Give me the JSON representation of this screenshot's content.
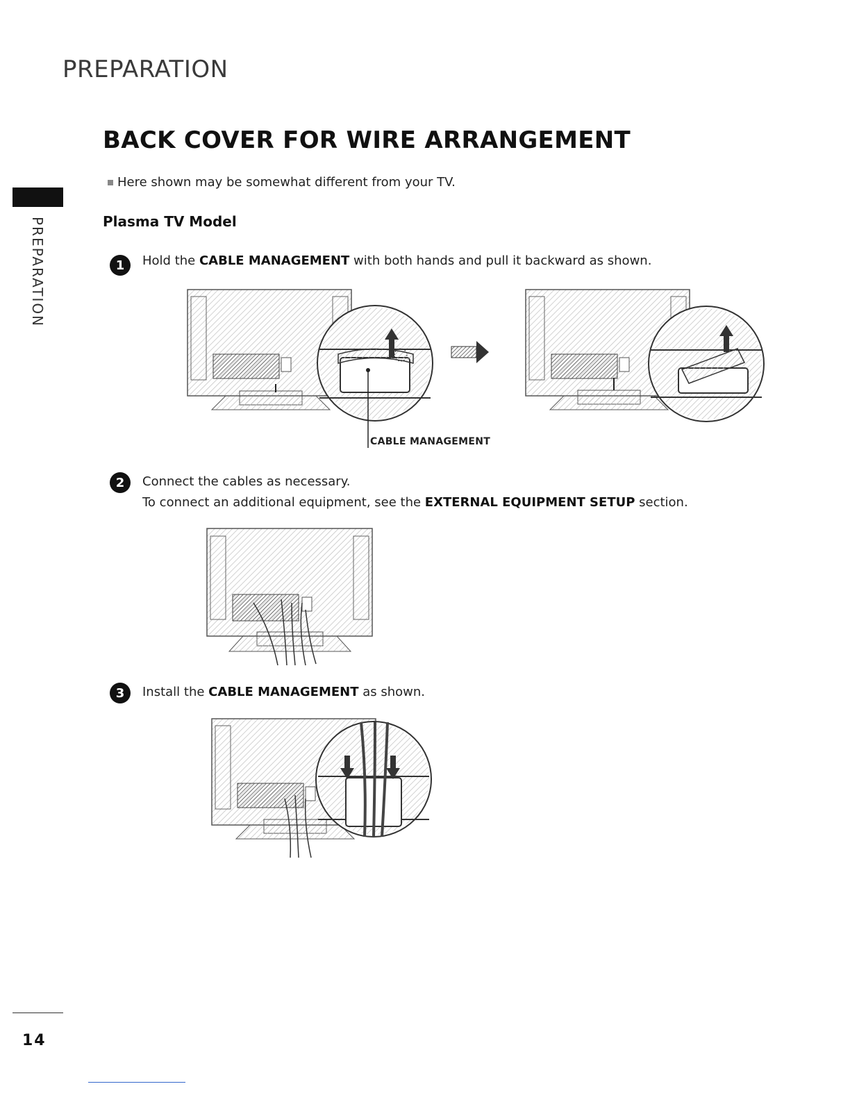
{
  "header": {
    "title": "PREPARATION"
  },
  "side_tab": {
    "label": "PREPARATION"
  },
  "section": {
    "title": "BACK COVER FOR WIRE ARRANGEMENT"
  },
  "note": "Here shown may be somewhat different from your TV.",
  "model_heading": "Plasma TV Model",
  "steps": [
    {
      "number": "1",
      "line1_pre": "Hold the ",
      "line1_bold": "CABLE MANAGEMENT",
      "line1_post": " with both hands and pull it backward as shown."
    },
    {
      "number": "2",
      "line1": "Connect the cables as necessary.",
      "line2_pre": "To connect an additional equipment, see the ",
      "line2_bold": "EXTERNAL EQUIPMENT SETUP",
      "line2_post": " section."
    },
    {
      "number": "3",
      "line1_pre": "Install the ",
      "line1_bold": "CABLE MANAGEMENT",
      "line1_post": " as shown."
    }
  ],
  "callout": "CABLE MANAGEMENT",
  "page_number": "14"
}
